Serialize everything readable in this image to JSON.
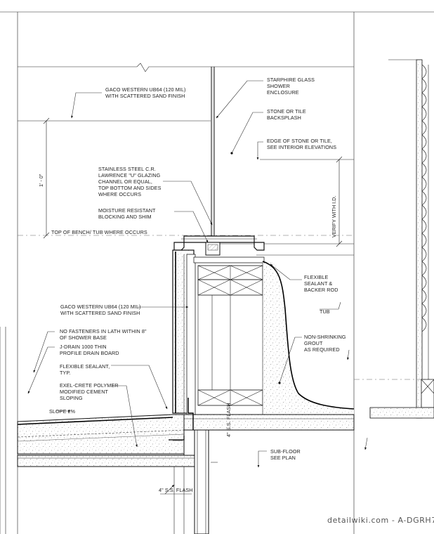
{
  "notes": {
    "starphire": [
      "STARPHIRE GLASS",
      "SHOWER",
      "ENCLOSURE"
    ],
    "gaco_top": [
      "GACO WESTERN UB64 (120 MIL)",
      "WITH SCATTERED SAND FINISH"
    ],
    "stone_backsplash": [
      "STONE OR TILE",
      "BACKSPLASH"
    ],
    "edge_stone": [
      "EDGE OF STONE OR TILE,",
      "SEE INTERIOR ELEVATIONS"
    ],
    "glazing_channel": [
      "STAINLESS STEEL C.R.",
      "LAWRENCE \"U\" GLAZING",
      "CHANNEL OR EQUAL,",
      "TOP BOTTOM AND SIDES",
      "WHERE OCCURS"
    ],
    "blocking": [
      "MOISTURE RESISTANT",
      "BLOCKING AND SHIM"
    ],
    "top_of_bench": "TOP OF BENCH/ TUB WHERE OCCURS",
    "flexible_sealant_backer": [
      "FLEXIBLE",
      "SEALANT &",
      "BACKER ROD"
    ],
    "tub": "TUB",
    "gaco_mid": [
      "GACO WESTERN UB64 (120 MIL)",
      "WITH SCATTERED SAND FINISH"
    ],
    "no_fasteners": [
      "NO FASTENERS IN LATH WITHIN 8\"",
      "OF SHOWER BASE"
    ],
    "non_shrinking": [
      "NON-SHRINKING",
      "GROUT",
      "AS REQUIRED"
    ],
    "jdrain": [
      "J-DRAIN 1000 THIN",
      "PROFILE DRAIN BOARD"
    ],
    "flexible_sealant_typ": [
      "FLEXIBLE SEALANT,",
      "TYP."
    ],
    "exel_crete": [
      "EXEL-CRETE POLYMER",
      "MODIFIED CEMENT",
      "SLOPING"
    ],
    "slope": "SLOPE 2%",
    "sub_floor": [
      "SUB-FLOOR",
      "SEE PLAN"
    ],
    "ss_flash_horizontal": "4\" S.S. FLASH",
    "ss_flash_vertical": "4\" S.S. FLASH"
  },
  "dimensions": {
    "height_label": "1' - 0\"",
    "verify_label": "VERIFY WITH I.D."
  },
  "watermark": "detailwiki.com - A-DGRH7"
}
